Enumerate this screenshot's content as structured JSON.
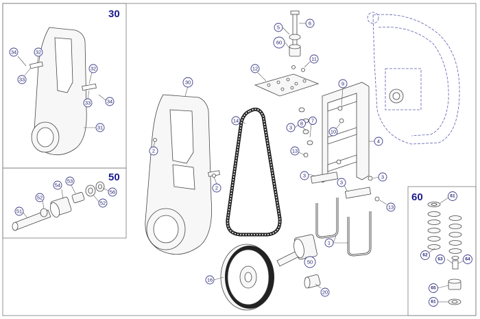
{
  "panels": {
    "p30": "30",
    "p50": "50",
    "p60": "60"
  },
  "callouts": {
    "c34a": "34",
    "c32a": "32",
    "c33a": "33",
    "c32b": "32",
    "c33b": "33",
    "c34b": "34",
    "c31": "31",
    "c54": "54",
    "c53": "53",
    "c56": "56",
    "c52a": "52",
    "c52b": "52",
    "c51": "51",
    "c30": "30",
    "c2a": "2",
    "c2b": "2",
    "c14": "14",
    "c12": "12",
    "c6": "6",
    "c5": "5",
    "c60": "60",
    "c11": "11",
    "c9": "9",
    "c3a": "3",
    "c8": "8",
    "c7": "7",
    "c10": "10",
    "c13a": "13",
    "c4": "4",
    "c3b": "3",
    "c3c": "3",
    "c3d": "3",
    "c13b": "13",
    "c1": "1",
    "c50": "50",
    "c16": "16",
    "c20": "20",
    "c61a": "61",
    "c62": "62",
    "c63": "63",
    "c64": "64",
    "c65": "65",
    "c61b": "61"
  }
}
